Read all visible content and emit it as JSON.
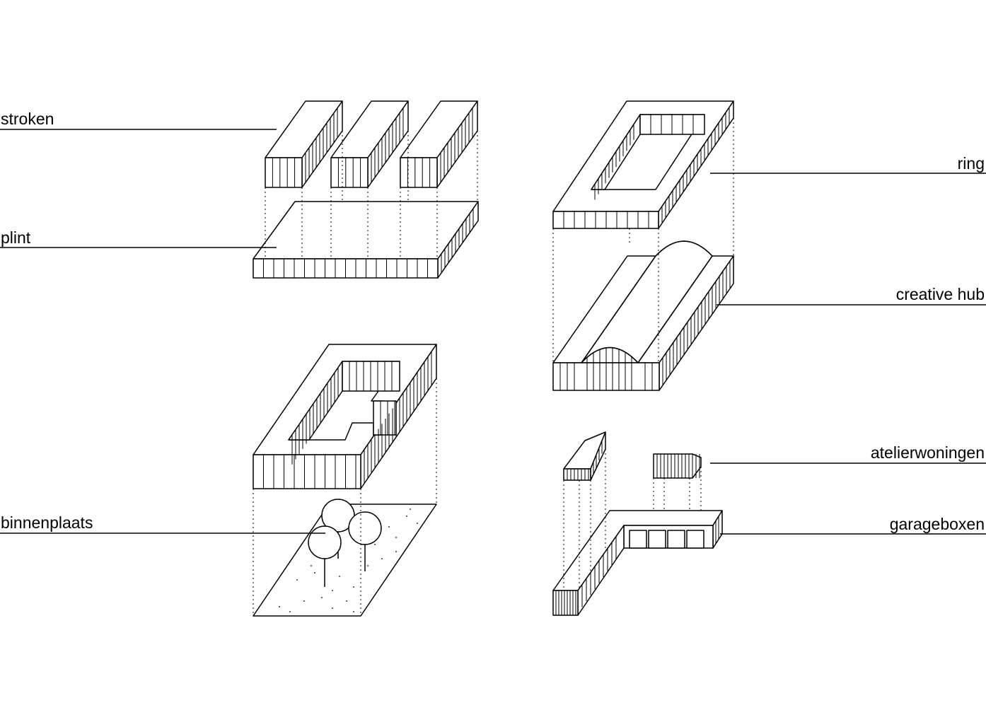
{
  "labels": {
    "stroken": "stroken",
    "plint": "plint",
    "binnenplaats": "binnenplaats",
    "ring": "ring",
    "creative_hub": "creative hub",
    "atelierwoningen": "atelierwoningen",
    "garageboxen": "garageboxen"
  }
}
